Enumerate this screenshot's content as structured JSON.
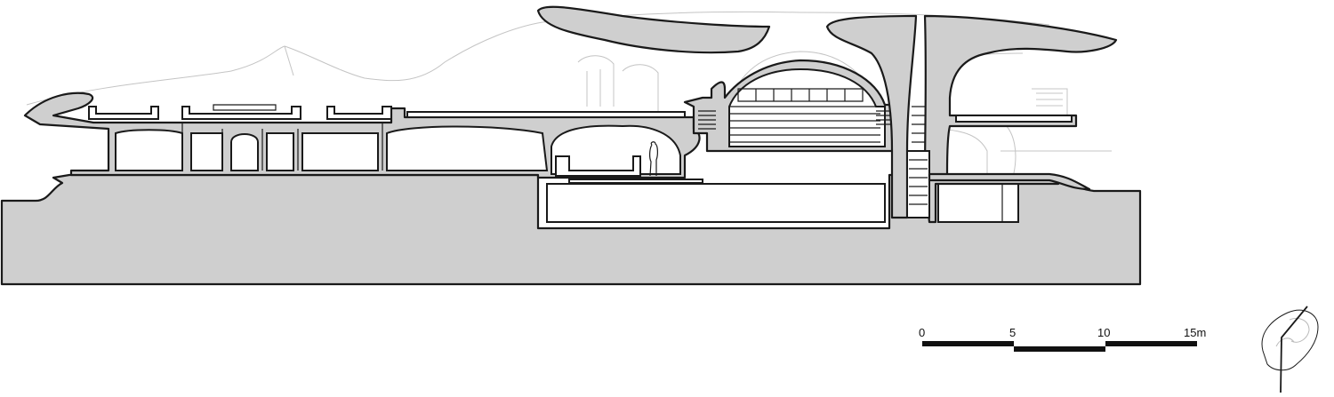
{
  "scale_bar": {
    "labels": [
      "0",
      "5",
      "10",
      "15m"
    ]
  },
  "north_arrow": {
    "icon": "site-key-plan-icon"
  },
  "colors": {
    "cut_fill": "#cfcfcf",
    "line": "#1a1a1a",
    "elevation_line": "#c4c4c4",
    "background": "#ffffff"
  }
}
